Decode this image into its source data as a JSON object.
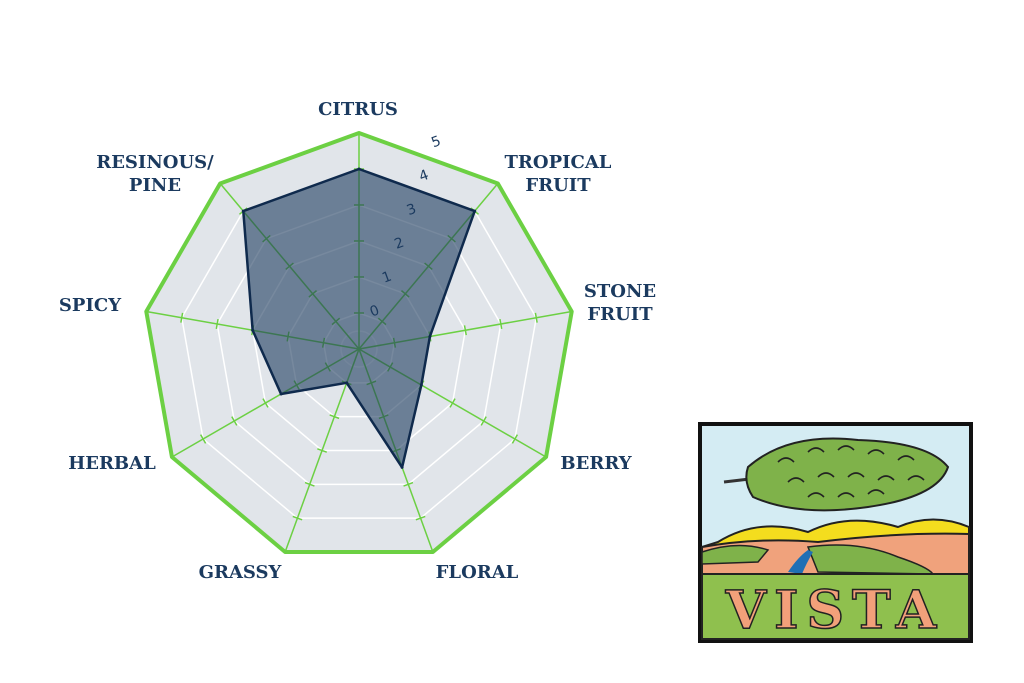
{
  "chart_data": {
    "type": "radar",
    "title": "",
    "categories": [
      {
        "name": "CITRUS",
        "lines": [
          "CITRUS"
        ],
        "value": 4
      },
      {
        "name": "TROPICAL FRUIT",
        "lines": [
          "TROPICAL",
          "FRUIT"
        ],
        "value": 4
      },
      {
        "name": "STONE FRUIT",
        "lines": [
          "STONE",
          "FRUIT"
        ],
        "value": 1
      },
      {
        "name": "BERRY",
        "lines": [
          "BERRY"
        ],
        "value": 1
      },
      {
        "name": "FLORAL",
        "lines": [
          "FLORAL"
        ],
        "value": 2.5
      },
      {
        "name": "GRASSY",
        "lines": [
          "GRASSY"
        ],
        "value": 0
      },
      {
        "name": "HERBAL",
        "lines": [
          "HERBAL"
        ],
        "value": 1.5
      },
      {
        "name": "SPICY",
        "lines": [
          "SPICY"
        ],
        "value": 2
      },
      {
        "name": "RESINOUS/ PINE",
        "lines": [
          "RESINOUS/",
          "PINE"
        ],
        "value": 4
      }
    ],
    "rlim": [
      0,
      5
    ],
    "rticks": [
      "0",
      "1",
      "2",
      "3",
      "4",
      "5"
    ],
    "grid": true,
    "colors": {
      "fill": "#1c3a5e",
      "line": "#0f2a4d",
      "outer": "#6cd043",
      "axis": "#6cd043",
      "background": "#e1e5ea"
    }
  },
  "badge": {
    "text": "VISTA"
  }
}
